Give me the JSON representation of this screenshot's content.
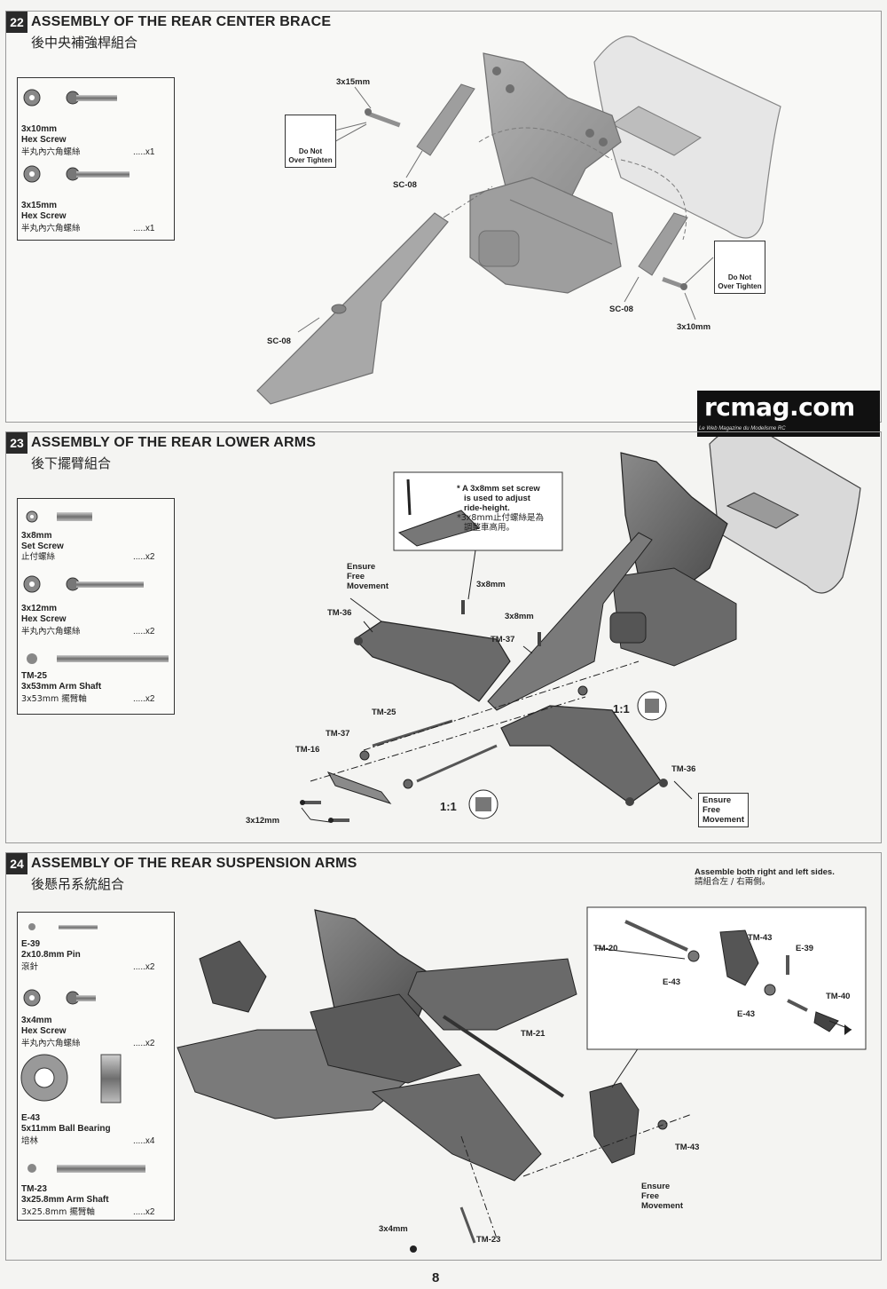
{
  "page_number": "8",
  "logo": {
    "text": "rcmag.com",
    "tagline": "Le Web Magazine du Modelisme RC"
  },
  "sections": [
    {
      "number": "22",
      "title": "ASSEMBLY OF THE REAR CENTER BRACE",
      "subtitle": "後中央補強桿組合",
      "parts": [
        {
          "name": "3x10mm",
          "desc": "Hex Screw",
          "cn": "半丸內六角螺絲",
          "qty": ".....x1"
        },
        {
          "name": "3x15mm",
          "desc": "Hex Screw",
          "cn": "半丸內六角螺絲",
          "qty": ".....x1"
        }
      ],
      "labels": {
        "screw_top": "3x15mm",
        "screw_bottom": "3x10mm",
        "brace_a": "SC-08",
        "brace_b": "SC-08",
        "brace_c": "SC-08"
      },
      "notes": [
        {
          "line1": "Do Not",
          "line2": "Over Tighten"
        },
        {
          "line1": "Do Not",
          "line2": "Over Tighten"
        }
      ]
    },
    {
      "number": "23",
      "title": "ASSEMBLY OF THE REAR LOWER ARMS",
      "subtitle": "後下擺臂組合",
      "parts": [
        {
          "name": "3x8mm",
          "desc": "Set Screw",
          "cn": "止付螺絲",
          "qty": ".....x2"
        },
        {
          "name": "3x12mm",
          "desc": "Hex Screw",
          "cn": "半丸內六角螺絲",
          "qty": ".....x2"
        },
        {
          "name": "TM-25",
          "desc": "3x53mm Arm Shaft",
          "cn": "3x53mm 擺臂軸",
          "qty": ".....x2"
        }
      ],
      "callout": {
        "line1": "* A 3x8mm set screw",
        "line2": "is used to adjust",
        "line3": "ride-height.",
        "line4": "*3x8mm止付螺絲是為",
        "line5": "調整車高用。"
      },
      "labels": {
        "ensure_top_1": "Ensure",
        "ensure_top_2": "Free",
        "ensure_top_3": "Movement",
        "ensure_bot_1": "Ensure",
        "ensure_bot_2": "Free",
        "ensure_bot_3": "Movement",
        "set_screw_a": "3x8mm",
        "set_screw_b": "3x8mm",
        "tm36_left": "TM-36",
        "tm36_right": "TM-36",
        "tm37_top": "TM-37",
        "tm37_bottom": "TM-37",
        "tm25": "TM-25",
        "tm16": "TM-16",
        "screws": "3x12mm",
        "ratio_a": "1:1",
        "ratio_b": "1:1"
      }
    },
    {
      "number": "24",
      "title": "ASSEMBLY OF THE REAR SUSPENSION ARMS",
      "subtitle": "後懸吊系統組合",
      "parts": [
        {
          "name": "E-39",
          "desc": "2x10.8mm Pin",
          "cn": "滾針",
          "qty": ".....x2"
        },
        {
          "name": "3x4mm",
          "desc": "Hex Screw",
          "cn": "半丸內六角螺絲",
          "qty": ".....x2"
        },
        {
          "name": "E-43",
          "desc": "5x11mm Ball Bearing",
          "cn": "培林",
          "qty": ".....x4"
        },
        {
          "name": "TM-23",
          "desc": "3x25.8mm Arm Shaft",
          "cn": "3x25.8mm 擺臂軸",
          "qty": ".....x2"
        }
      ],
      "both_sides": {
        "line1": "Assemble both right and left sides.",
        "line2": "請組合左 / 右兩側。"
      },
      "labels": {
        "tm21": "TM-21",
        "tm43_lower": "TM-43",
        "screw": "3x4mm",
        "tm23": "TM-23",
        "ensure_1": "Ensure",
        "ensure_2": "Free",
        "ensure_3": "Movement",
        "inset_tm20": "TM-20",
        "inset_tm43": "TM-43",
        "inset_e39": "E-39",
        "inset_e43_a": "E-43",
        "inset_e43_b": "E-43",
        "inset_tm40": "TM-40"
      }
    }
  ]
}
